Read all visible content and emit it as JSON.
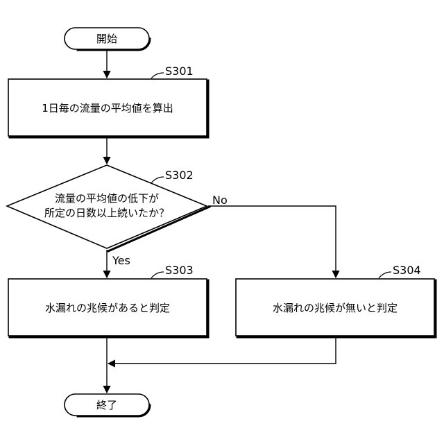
{
  "flowchart": {
    "start": "開始",
    "end": "終了",
    "steps": [
      {
        "id": "S301",
        "text": "1日毎の流量の平均値を算出"
      },
      {
        "id": "S302",
        "line1": "流量の平均値の低下が",
        "line2": "所定の日数以上続いたか？"
      },
      {
        "id": "S303",
        "text": "水漏れの兆候があると判定"
      },
      {
        "id": "S304",
        "text": "水漏れの兆候が無いと判定"
      }
    ],
    "branch_yes": "Yes",
    "branch_no": "No"
  }
}
